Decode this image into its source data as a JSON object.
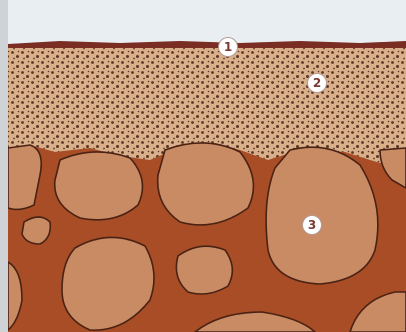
{
  "colors": {
    "sky": "#e8eef2",
    "frame_gray": "#cfd3d6",
    "topsoil": "#7a2d22",
    "subsoil_sand": "#d9b08a",
    "dots": "#5b3626",
    "bedrock_matrix": "#a84d25",
    "boulder_fill": "#c88b64",
    "boulder_outline": "#4a2214",
    "marker_text": "#7a3b32"
  },
  "labels": {
    "marker_1": "1",
    "marker_2": "2",
    "marker_3": "3"
  }
}
